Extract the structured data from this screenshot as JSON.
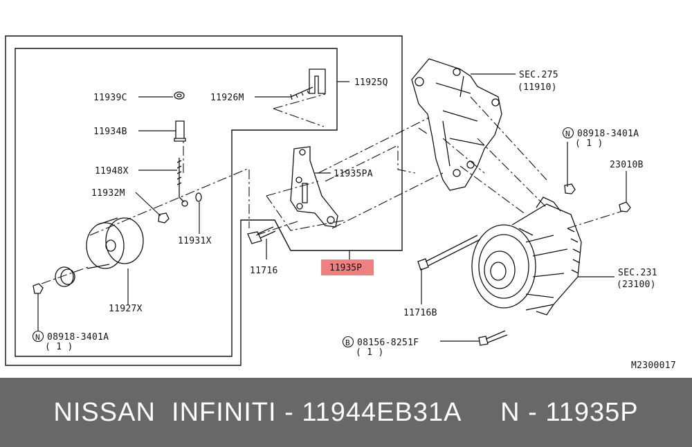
{
  "diagram": {
    "code": "M2300017",
    "labels": {
      "p11925q": "11925Q",
      "p11926m": "11926M",
      "p11939c": "11939C",
      "p11934b": "11934B",
      "p11948x": "11948X",
      "p11932m": "11932M",
      "p11931x": "11931X",
      "p11927x": "11927X",
      "p11935pa": "11935PA",
      "p11935p": "11935P",
      "p11716": "11716",
      "p11716b": "11716B",
      "sec275": "SEC.275",
      "sec275sub": "(11910)",
      "sec231": "SEC.231",
      "sec231sub": "(23100)",
      "nut_right": "08918-3401A",
      "nut_right_qty": "( 1 )",
      "nut_left": "08918-3401A",
      "nut_left_qty": "( 1 )",
      "p23010b": "23010B",
      "bolt_b": "08156-8251F",
      "bolt_b_qty": "( 1 )",
      "mark_n": "N",
      "mark_b": "B"
    },
    "highlight_color": "#f08080"
  },
  "footer": {
    "text": "NISSAN  INFINITI - 11944EB31A     N - 11935P"
  }
}
